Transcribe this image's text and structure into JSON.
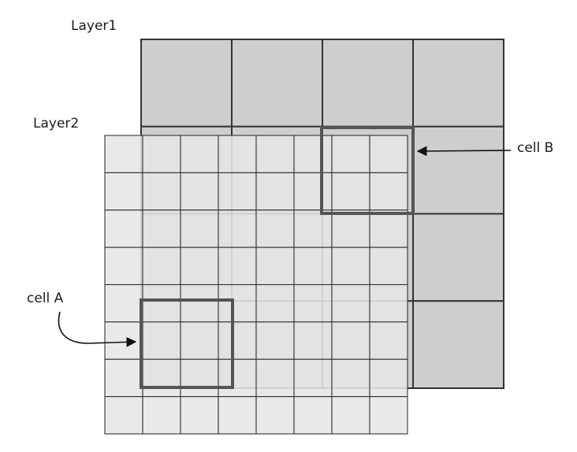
{
  "labels": {
    "layer1": "Layer1",
    "layer2": "Layer2",
    "cell_a": "cell A",
    "cell_b": "cell B"
  },
  "layer1_grid": {
    "rows": 4,
    "cols": 4,
    "fill": "#cecece",
    "stroke": "#333333"
  },
  "layer2_grid": {
    "rows": 8,
    "cols": 8,
    "fill": "#e6e6e6",
    "stroke": "#333333",
    "opacity": 0.88
  },
  "colors": {
    "highlight": "#555555",
    "arrow": "#111111",
    "text": "#1a1a1a"
  }
}
